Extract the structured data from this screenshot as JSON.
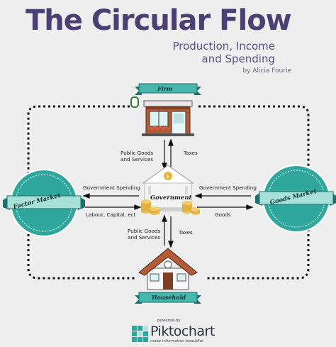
{
  "header": {
    "title": "The Circular Flow",
    "subtitle_line1": "Production, Income",
    "subtitle_line2": "and Spending",
    "author": "by Alicia Fourie"
  },
  "nodes": {
    "firm": "Firm",
    "household": "Household",
    "factor_market": "Factor Market",
    "goods_market": "Goods Market",
    "government": "Government"
  },
  "flows": {
    "firm_to_gov": "Public Goods\nand Services",
    "firm_taxes": "Taxes",
    "household_to_gov": "Public Goods\nand Services",
    "household_taxes": "Taxes",
    "factor_gov_spending": "Government Spending",
    "factor_labour": "Labour, Capital, ect",
    "goods_gov_spending": "Government Spending",
    "goods": "Goods"
  },
  "footer": {
    "powered_by": "powered by",
    "brand": "Piktochart",
    "tagline": "make information beautiful"
  },
  "colors": {
    "title": "#4b3f73",
    "teal": "#2fa79d",
    "teal_dark": "#1f6f6a",
    "background": "#eeeeef"
  }
}
